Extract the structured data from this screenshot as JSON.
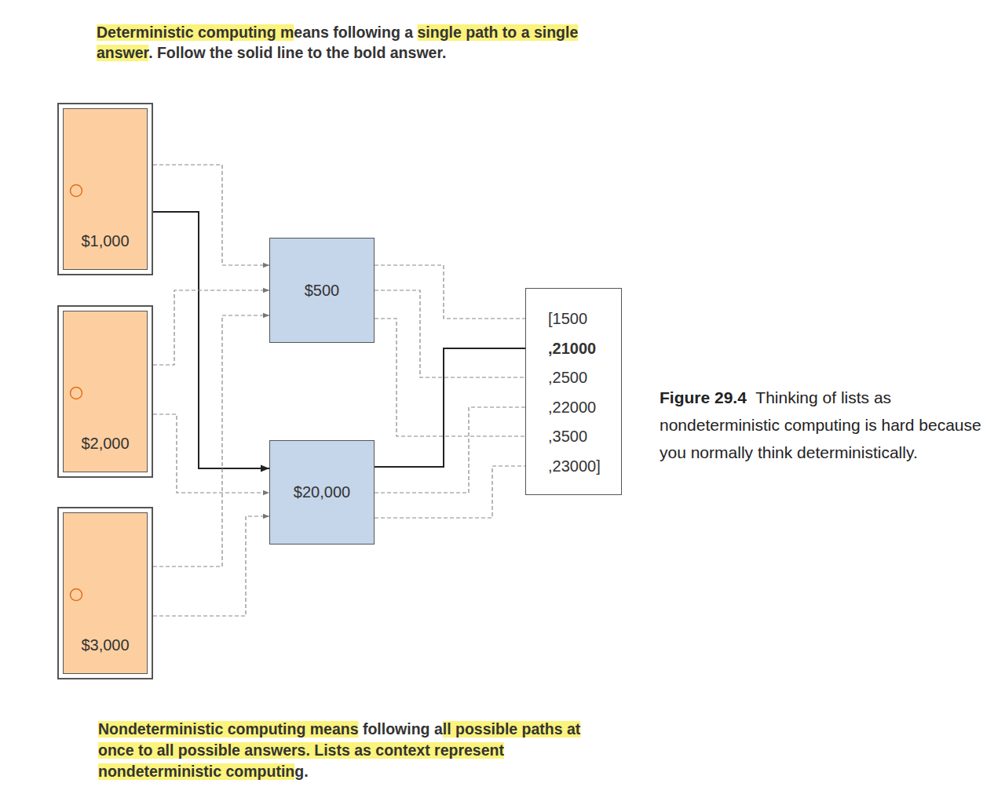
{
  "diagram": {
    "caption": "Figure 29.4 Thinking of lists as nondeterministic computing is hard because you normally think deterministically.",
    "nodes": [
      {
        "text": [
          "$1,000"
        ]
      },
      {
        "text": [
          "$2,000"
        ]
      },
      {
        "text": [
          "$3,000"
        ]
      },
      {
        "text": [
          "$500"
        ]
      },
      {
        "text": [
          "$20,000"
        ]
      },
      {
        "text": [
          "[1500",
          ",21000",
          ",2500",
          ",22000",
          ",3500",
          ",23000]"
        ]
      }
    ],
    "edges": [
      {
        "from": 0,
        "to": 3,
        "arrow": "to"
      },
      {
        "from": 0,
        "to": 4,
        "arrow": "to"
      },
      {
        "from": 1,
        "to": 3,
        "arrow": "to"
      },
      {
        "from": 1,
        "to": 4,
        "arrow": "to"
      },
      {
        "from": 2,
        "to": 3,
        "arrow": "to"
      },
      {
        "from": 2,
        "to": 4,
        "arrow": "to"
      },
      {
        "from": 3,
        "to": 5,
        "arrow": "to"
      },
      {
        "from": 3,
        "to": 5,
        "arrow": "to"
      },
      {
        "from": 3,
        "to": 5,
        "arrow": "to"
      },
      {
        "from": 4,
        "to": 5,
        "arrow": "to"
      },
      {
        "from": 4,
        "to": 5,
        "arrow": "to"
      },
      {
        "from": 4,
        "to": 5,
        "arrow": "to"
      }
    ],
    "labels": [
      "Deterministic computing means following a single path to a single answer. Follow the solid line to the bold answer.",
      "Nondeterministic computing means following all possible paths at once to all possible answers. Lists as context represent nondeterministic computing."
    ]
  }
}
